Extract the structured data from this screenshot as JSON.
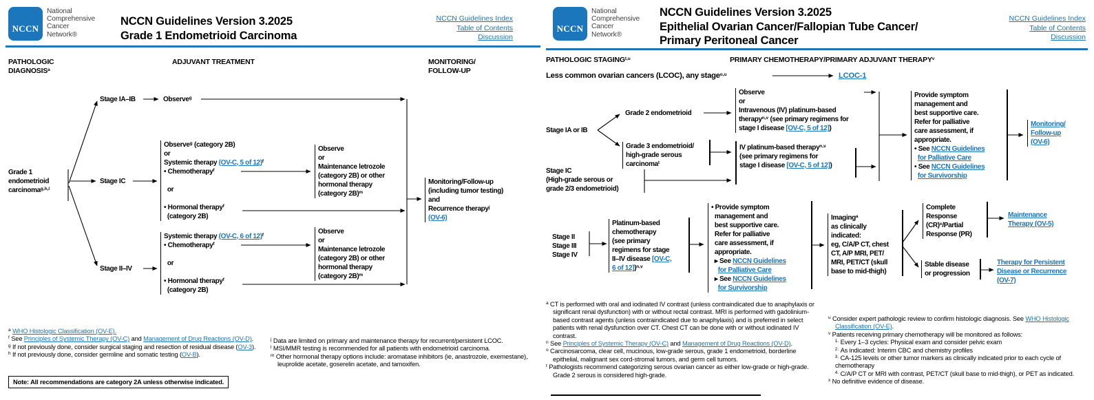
{
  "colors": {
    "nccn_blue": "#1b76bc",
    "link_blue": "#1b75bc",
    "rule_blue": "#2374b5",
    "text": "#000000"
  },
  "shared": {
    "logo_abbr": "NCCN",
    "wordmark": [
      "National",
      "Comprehensive",
      "Cancer",
      "Network®"
    ],
    "nav_links": [
      "NCCN Guidelines Index",
      "Table of Contents",
      "Discussion"
    ]
  },
  "page1": {
    "title_lines": [
      "NCCN Guidelines Version 3.2025",
      "Grade 1 Endometrioid Carcinoma"
    ],
    "col_headers": {
      "diagnosis": [
        "PATHOLOGIC",
        "DIAGNOSIS^{a}"
      ],
      "adjuvant": [
        "ADJUVANT TREATMENT"
      ],
      "monitoring": [
        "MONITORING/",
        "FOLLOW-UP"
      ]
    },
    "grade1_label": [
      "Grade 1",
      "endometrioid",
      "carcinoma^{g,h,l}"
    ],
    "stage_ia_ib": "Stage IA–IB",
    "observe_node": "Observe^{g}",
    "stage_ic": "Stage IC",
    "stage_ii_iv": "Stage II–IV",
    "ic_box": [
      "Observe^{g} (category 2B)",
      "or",
      "Systemic therapy {{(OV-C, 5 of 12)}}^{f}",
      "• Chemotherapy^{f}",
      " ",
      "  or",
      " ",
      "• Hormonal therapy^{f}",
      "  (category 2B)"
    ],
    "ii_iv_box": [
      "Systemic therapy {{(OV-C, 6 of 12)}}^{f}",
      "• Chemotherapy^{f}",
      " ",
      "  or",
      " ",
      "• Hormonal therapy^{f}",
      "  (category 2B)"
    ],
    "maint_box1": [
      "Observe",
      "or",
      "Maintenance letrozole",
      "(category 2B) or other",
      "hormonal therapy",
      "(category 2B)^{m}"
    ],
    "maint_box2": [
      "Observe",
      "or",
      "Maintenance letrozole",
      "(category 2B) or other",
      "hormonal therapy",
      "(category 2B)^{m}"
    ],
    "monitor_box": [
      "Monitoring/Follow-up",
      "(including tumor testing)",
      "and",
      "Recurrence therapy^{j}",
      "{{(OV-6)}}"
    ],
    "footnotes_col1": [
      "^{a} {{WHO Histologic Classification (OV-E).}}",
      "^{f} See {{Principles of Systemic Therapy (OV-C)}} and {{Management of Drug Reactions (OV-D)}}.",
      "^{g} If not previously done, consider surgical staging and resection of residual disease ({{OV-3}}).",
      "^{h} If not previously done, consider germline and somatic testing ({{OV-B}})."
    ],
    "footnotes_col2": [
      "^{j} Data are limited on primary and maintenance therapy for recurrent/persistent LCOC.",
      "^{l} MSI/MMR testing is recommended for all patients with endometrioid carcinoma.",
      "^{m} Other hormonal therapy options include: aromatase inhibitors (ie, anastrozole, exemestane), leuprolide acetate, goserelin acetate, and tamoxifen."
    ],
    "note": "Note: All recommendations are category 2A unless otherwise indicated."
  },
  "page2": {
    "title_lines": [
      "NCCN Guidelines Version 3.2025",
      "Epithelial Ovarian Cancer/Fallopian Tube Cancer/",
      "Primary Peritoneal Cancer"
    ],
    "col_headers": {
      "staging": [
        "PATHOLOGIC STAGING^{t,u}"
      ],
      "chemo": [
        "PRIMARY CHEMOTHERAPY/PRIMARY ADJUVANT THERAPY^{v}"
      ]
    },
    "lcoc_line": "Less common ovarian cancers (LCOC), any stage^{o,u}",
    "lcoc_link": "{{LCOC-1}}",
    "stage_ia_ib": "Stage IA or IB",
    "grade2_node": "Grade 2 endometrioid",
    "grade3_box": [
      "Grade 3 endometrioid/",
      "high-grade serous",
      "carcinoma^{t}"
    ],
    "stage_ic_label": [
      "Stage IC",
      "(High-grade serous or",
      "grade 2/3 endometrioid)"
    ],
    "observe_box": [
      "Observe",
      "or",
      "Intravenous (IV) platinum-based",
      "therapy^{n,v} (see primary regimens for",
      "stage I disease {{[OV-C, 5 of 12]}})"
    ],
    "iv_box": [
      "IV platinum-based therapy^{n,v}",
      "(see primary regimens for",
      "stage I disease {{[OV-C, 5 of 12]}})"
    ],
    "palliative_box1": [
      "Provide symptom",
      "management and",
      "best supportive care.",
      "Refer for palliative",
      "care assessment, if",
      "appropriate.",
      "• See {{NCCN Guidelines}}",
      "  {{for Palliative Care}}",
      "• See {{NCCN Guidelines}}",
      "  {{for Survivorship}}"
    ],
    "monitoring_link": [
      "{{Monitoring/}}",
      "{{Follow-up}}",
      "{{(OV-6)}}"
    ],
    "stage_ii_iv": [
      "Stage II",
      "Stage III",
      "Stage IV"
    ],
    "platinum_box": [
      "Platinum-based",
      "chemotherapy",
      "(see primary",
      "regimens for stage",
      "II–IV disease {{[OV-C,}}",
      "{{6 of 12]}})^{n,v}"
    ],
    "palliative_box2": [
      "• Provide symptom",
      "  management and",
      "  best supportive care.",
      "  Refer for palliative",
      "  care assessment, if",
      "  appropriate.",
      "  ▸ See {{NCCN Guidelines}}",
      "    {{for Palliative Care}}",
      "  ▸ See {{NCCN Guidelines}}",
      "    {{for Survivorship}}"
    ],
    "imaging_box": [
      "Imaging^{a}",
      "as clinically",
      "indicated:",
      "eg, C/A/P CT, chest",
      "CT, A/P MRI, PET/",
      "MRI, PET/CT (skull",
      "base to mid-thigh)"
    ],
    "cr_box": [
      "Complete",
      "Response",
      "(CR)^{x}/Partial",
      "Response (PR)"
    ],
    "maintenance_link": [
      "{{Maintenance}}",
      "{{Therapy (OV-5)}}"
    ],
    "stable_box": [
      "Stable disease",
      "or progression"
    ],
    "therapy_link": [
      "{{Therapy for Persistent}}",
      "{{Disease or Recurrence}}",
      "{{(OV-7)}}"
    ],
    "footnotes_col1": [
      "^{a} CT is performed with oral and iodinated IV contrast (unless contraindicated due to anaphylaxis or significant renal dysfunction) with or without rectal contrast. MRI is performed with gadolinium-based contrast agents (unless contraindicated due to anaphylaxis) and is preferred in select patients with renal dysfunction over CT. Chest CT can be done with or without iodinated IV contrast.",
      "^{n} See {{Principles of Systemic Therapy (OV-C)}} and {{Management of Drug Reactions (OV-D)}}.",
      "^{o} Carcinosarcoma, clear cell, mucinous, low-grade serous, grade 1 endometrioid, borderline epithelial, malignant sex cord-stromal tumors, and germ cell tumors.",
      "^{t} Pathologists recommend categorizing serous ovarian cancer as either low-grade or high-grade. Grade 2 serous is considered high-grade."
    ],
    "footnotes_col2": [
      "^{u} Consider expert pathologic review to confirm histologic diagnosis. See {{WHO Histologic Classification (OV-E)}}.",
      "^{v} Patients receiving primary chemotherapy will be monitored as follows:",
      "    ^{1.} Every 1–3 cycles: Physical exam and consider pelvic exam",
      "    ^{2.} As indicated: Interim CBC and chemistry profiles",
      "    ^{3.} CA-125 levels or other tumor markers as clinically indicated prior to each cycle of chemotherapy",
      "    ^{4.} C/A/P CT or MRI with contrast, PET/CT (skull base to mid-thigh), or PET as indicated.",
      "^{x} No definitive evidence of disease."
    ]
  }
}
